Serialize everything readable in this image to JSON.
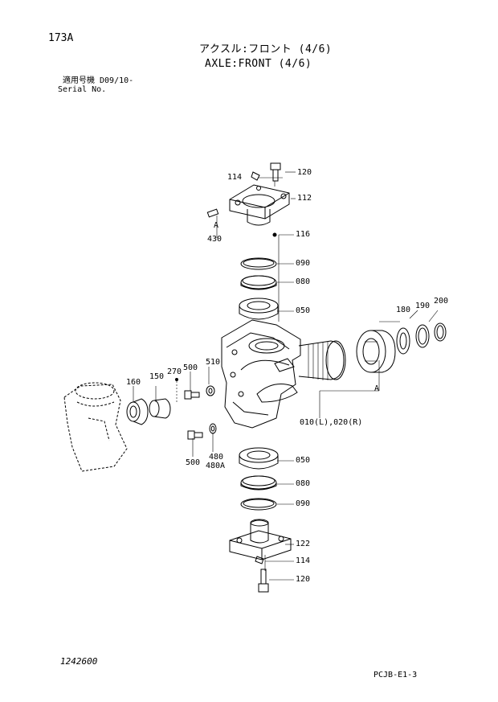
{
  "header": {
    "page_code": "173A",
    "title_jp": "アクスル:フロント (4/6)",
    "title_en": "AXLE:FRONT (4/6)",
    "serial_jp": "適用号機 D09/10-",
    "serial_en": "Serial No."
  },
  "callouts": [
    {
      "id": "c114a",
      "text": "114"
    },
    {
      "id": "c120a",
      "text": "120"
    },
    {
      "id": "c112",
      "text": "112"
    },
    {
      "id": "cA1",
      "text": "A"
    },
    {
      "id": "c430",
      "text": "430"
    },
    {
      "id": "c116",
      "text": "116"
    },
    {
      "id": "c090a",
      "text": "090"
    },
    {
      "id": "c080a",
      "text": "080"
    },
    {
      "id": "c050a",
      "text": "050"
    },
    {
      "id": "c180",
      "text": "180"
    },
    {
      "id": "c190",
      "text": "190"
    },
    {
      "id": "c200",
      "text": "200"
    },
    {
      "id": "c270",
      "text": "270"
    },
    {
      "id": "c500a",
      "text": "500"
    },
    {
      "id": "c510",
      "text": "510"
    },
    {
      "id": "c160",
      "text": "160"
    },
    {
      "id": "c150",
      "text": "150"
    },
    {
      "id": "cA2",
      "text": "A"
    },
    {
      "id": "c010",
      "text": "010(L),020(R)"
    },
    {
      "id": "c480",
      "text": "480"
    },
    {
      "id": "c480A",
      "text": "480A"
    },
    {
      "id": "c500b",
      "text": "500"
    },
    {
      "id": "c050b",
      "text": "050"
    },
    {
      "id": "c080b",
      "text": "080"
    },
    {
      "id": "c090b",
      "text": "090"
    },
    {
      "id": "c122",
      "text": "122"
    },
    {
      "id": "c114b",
      "text": "114"
    },
    {
      "id": "c120b",
      "text": "120"
    }
  ],
  "footer": {
    "drawing_no": "1242600",
    "catalog_code": "PCJB-E1-3"
  }
}
